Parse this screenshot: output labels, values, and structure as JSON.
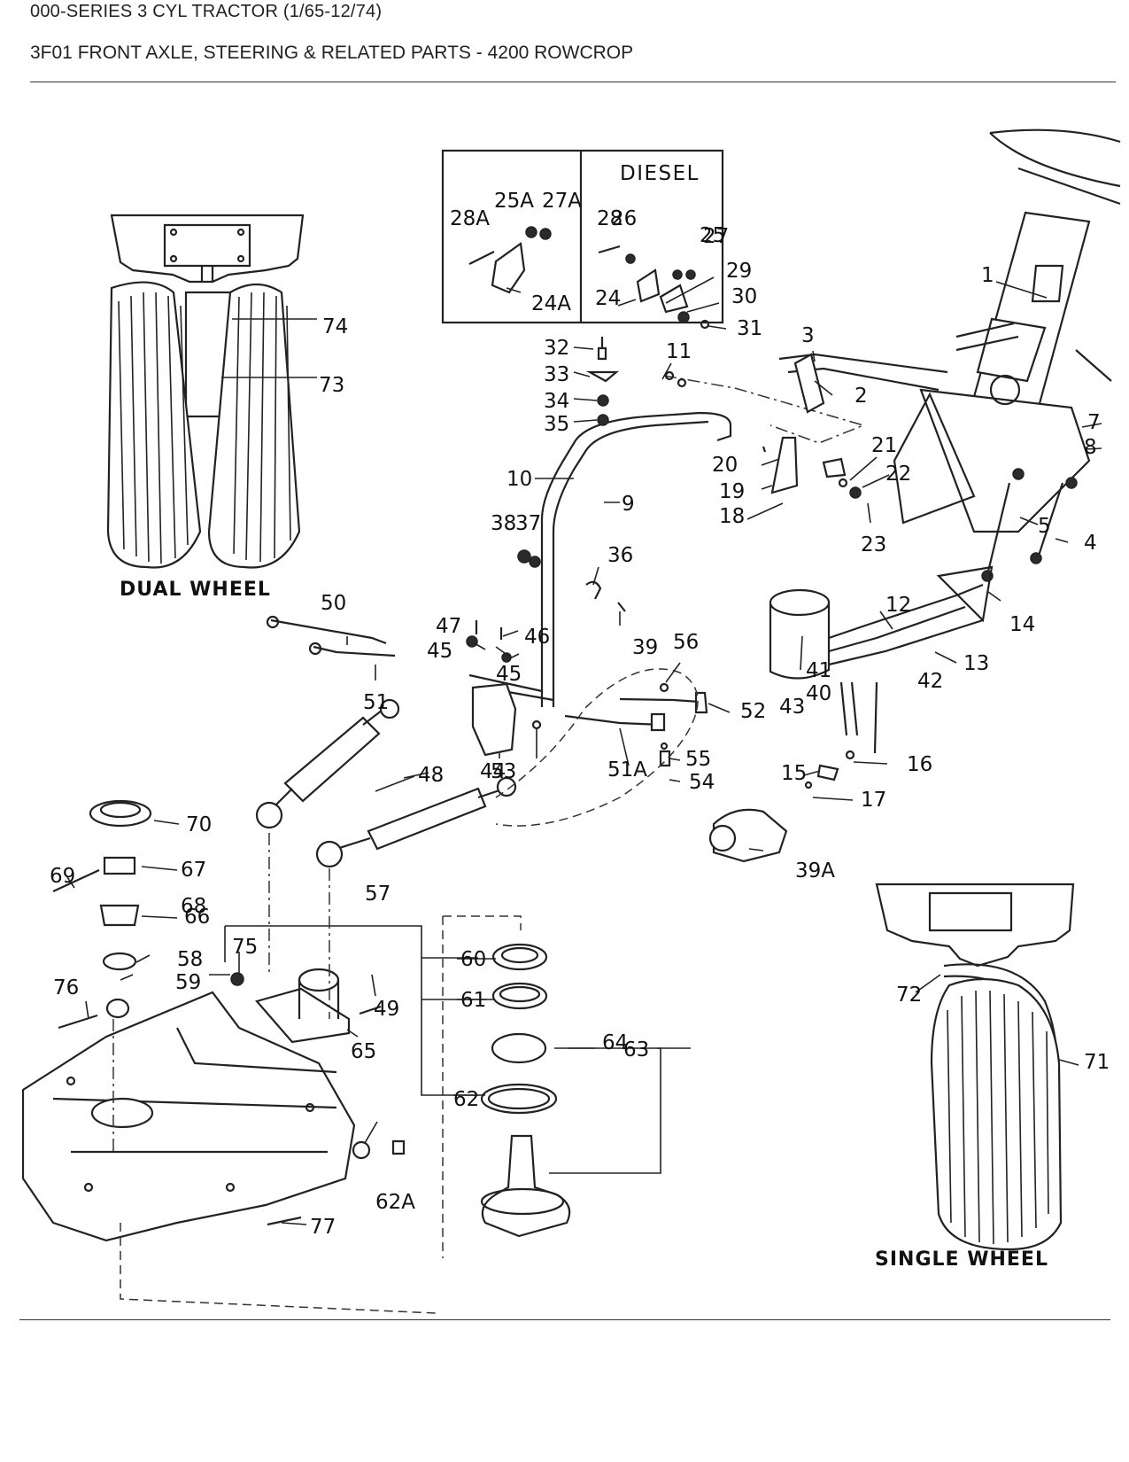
{
  "header": {
    "series": "000-SERIES 3 CYL TRACTOR (1/65-12/74)",
    "title": "3F01 FRONT AXLE, STEERING & RELATED PARTS - 4200 ROWCROP"
  },
  "diagram": {
    "inset_label": "DIESEL",
    "captions": {
      "dual_wheel": "DUAL WHEEL",
      "single_wheel": "SINGLE WHEEL"
    },
    "callouts": [
      "1",
      "2",
      "3",
      "4",
      "5",
      "7",
      "8",
      "9",
      "10",
      "11",
      "12",
      "13",
      "14",
      "15",
      "16",
      "17",
      "18",
      "19",
      "20",
      "21",
      "22",
      "23",
      "24",
      "24A",
      "25",
      "25A",
      "26",
      "27",
      "27A",
      "28",
      "28A",
      "29",
      "30",
      "31",
      "32",
      "33",
      "34",
      "35",
      "36",
      "37",
      "38",
      "39",
      "39A",
      "40",
      "41",
      "42",
      "43",
      "44",
      "45",
      "45",
      "46",
      "47",
      "48",
      "49",
      "50",
      "51",
      "51A",
      "52",
      "53",
      "54",
      "55",
      "56",
      "57",
      "58",
      "59",
      "60",
      "61",
      "62",
      "62A",
      "63",
      "64",
      "65",
      "66",
      "67",
      "68",
      "69",
      "70",
      "71",
      "72",
      "73",
      "74",
      "75",
      "76",
      "77"
    ]
  }
}
